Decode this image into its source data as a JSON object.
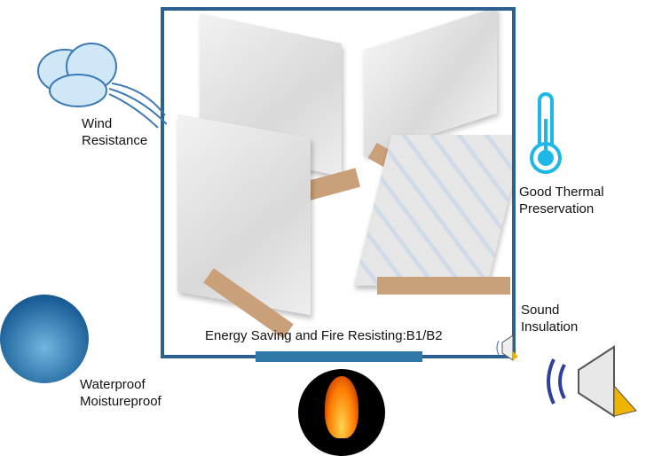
{
  "features": {
    "wind": {
      "line1": "Wind",
      "line2": "Resistance"
    },
    "thermal": {
      "line1": "Good Thermal",
      "line2": "Preservation"
    },
    "sound": {
      "line1": "Sound",
      "line2": "Insulation"
    },
    "water": {
      "line1": "Waterproof",
      "line2": "Moistureproof"
    }
  },
  "caption": "Energy Saving and Fire Resisting:B1/B2",
  "colors": {
    "frame": "#2a6190",
    "bar": "#2f78a8",
    "thermometer": "#1fb6e8"
  }
}
